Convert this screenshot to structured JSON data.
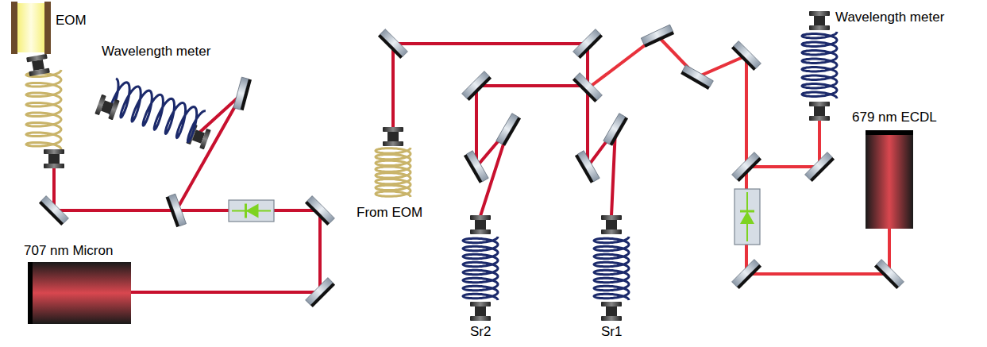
{
  "diagram": {
    "labels": [
      "EOM",
      "Wavelength meter",
      "707 nm Micron",
      "From EOM",
      "Sr2",
      "Sr1",
      "Wavelength meter",
      "679 nm ECDL"
    ]
  }
}
